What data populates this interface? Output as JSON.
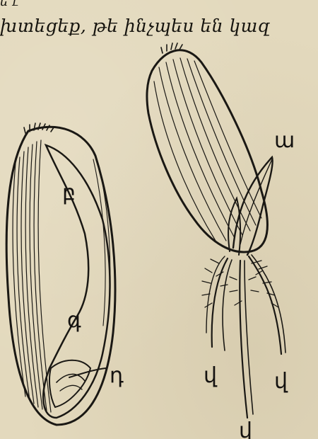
{
  "caption": {
    "top_fragment": "ե ւ",
    "line": "խտեցեք, թե   ինչպես են կազ"
  },
  "figure_left": {
    "labels": {
      "b": "բ",
      "g": "գ",
      "d": "դ"
    }
  },
  "figure_right": {
    "labels": {
      "a": "ա",
      "v1": "վ",
      "v2": "վ",
      "v3": "վ"
    }
  }
}
